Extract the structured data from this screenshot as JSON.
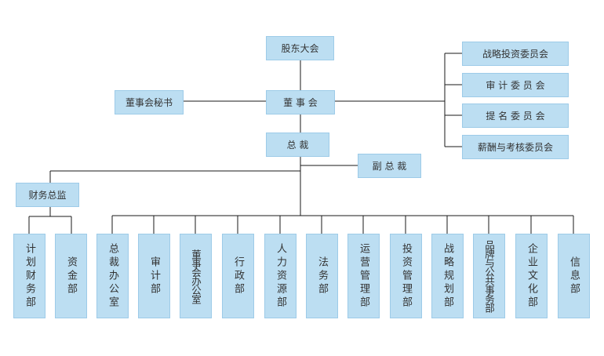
{
  "chart": {
    "top": {
      "shareholders": "股东大会",
      "board": "董 事 会",
      "board_secretary": "董事会秘书",
      "president": "总 裁",
      "vice_president": "副 总 裁",
      "cfo": "财务总监"
    },
    "committees": [
      "战略投资委员会",
      "审 计 委 员 会",
      "提 名 委 员 会",
      "薪酬与考核委员会"
    ],
    "finance_departments": [
      "计划财务部",
      "资金部"
    ],
    "departments": [
      "总裁办公室",
      "审计部",
      "董事会办公室",
      "行政部",
      "人力资源部",
      "法务部",
      "运营管理部",
      "投资管理部",
      "战略规划部",
      "品牌与公共事务部",
      "企业文化部",
      "信息部"
    ]
  }
}
